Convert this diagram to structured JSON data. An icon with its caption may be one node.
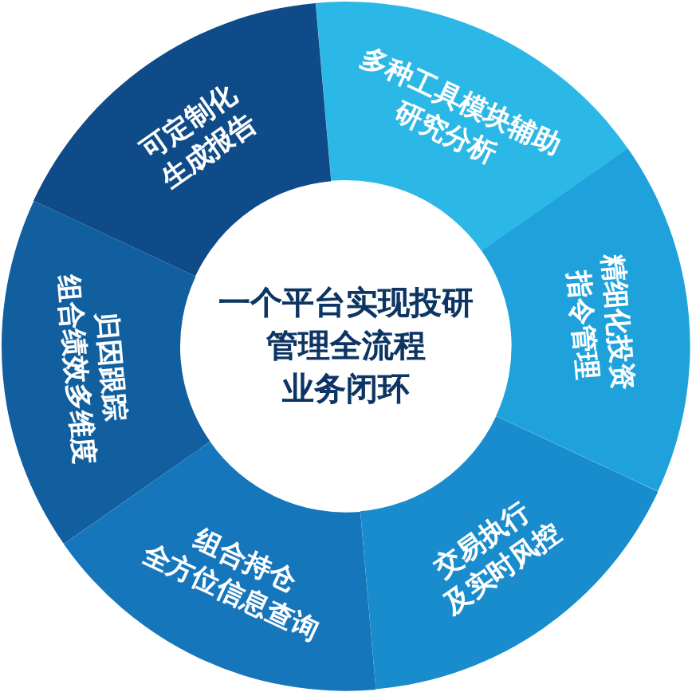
{
  "diagram": {
    "nodes": [
      {
        "text": [
          "一个平台实现投研管理全流程业务闭环"
        ]
      },
      {
        "text": [
          "多种工具模块辅助研究分析"
        ]
      },
      {
        "text": [
          "精细化投资指令管理"
        ]
      },
      {
        "text": [
          "交易执行及实时风控"
        ]
      },
      {
        "text": [
          "组合持仓全方位信息查询"
        ]
      },
      {
        "text": [
          "归因跟踪组合绩效多维度"
        ]
      },
      {
        "text": [
          "可定制化生成报告"
        ]
      }
    ]
  }
}
